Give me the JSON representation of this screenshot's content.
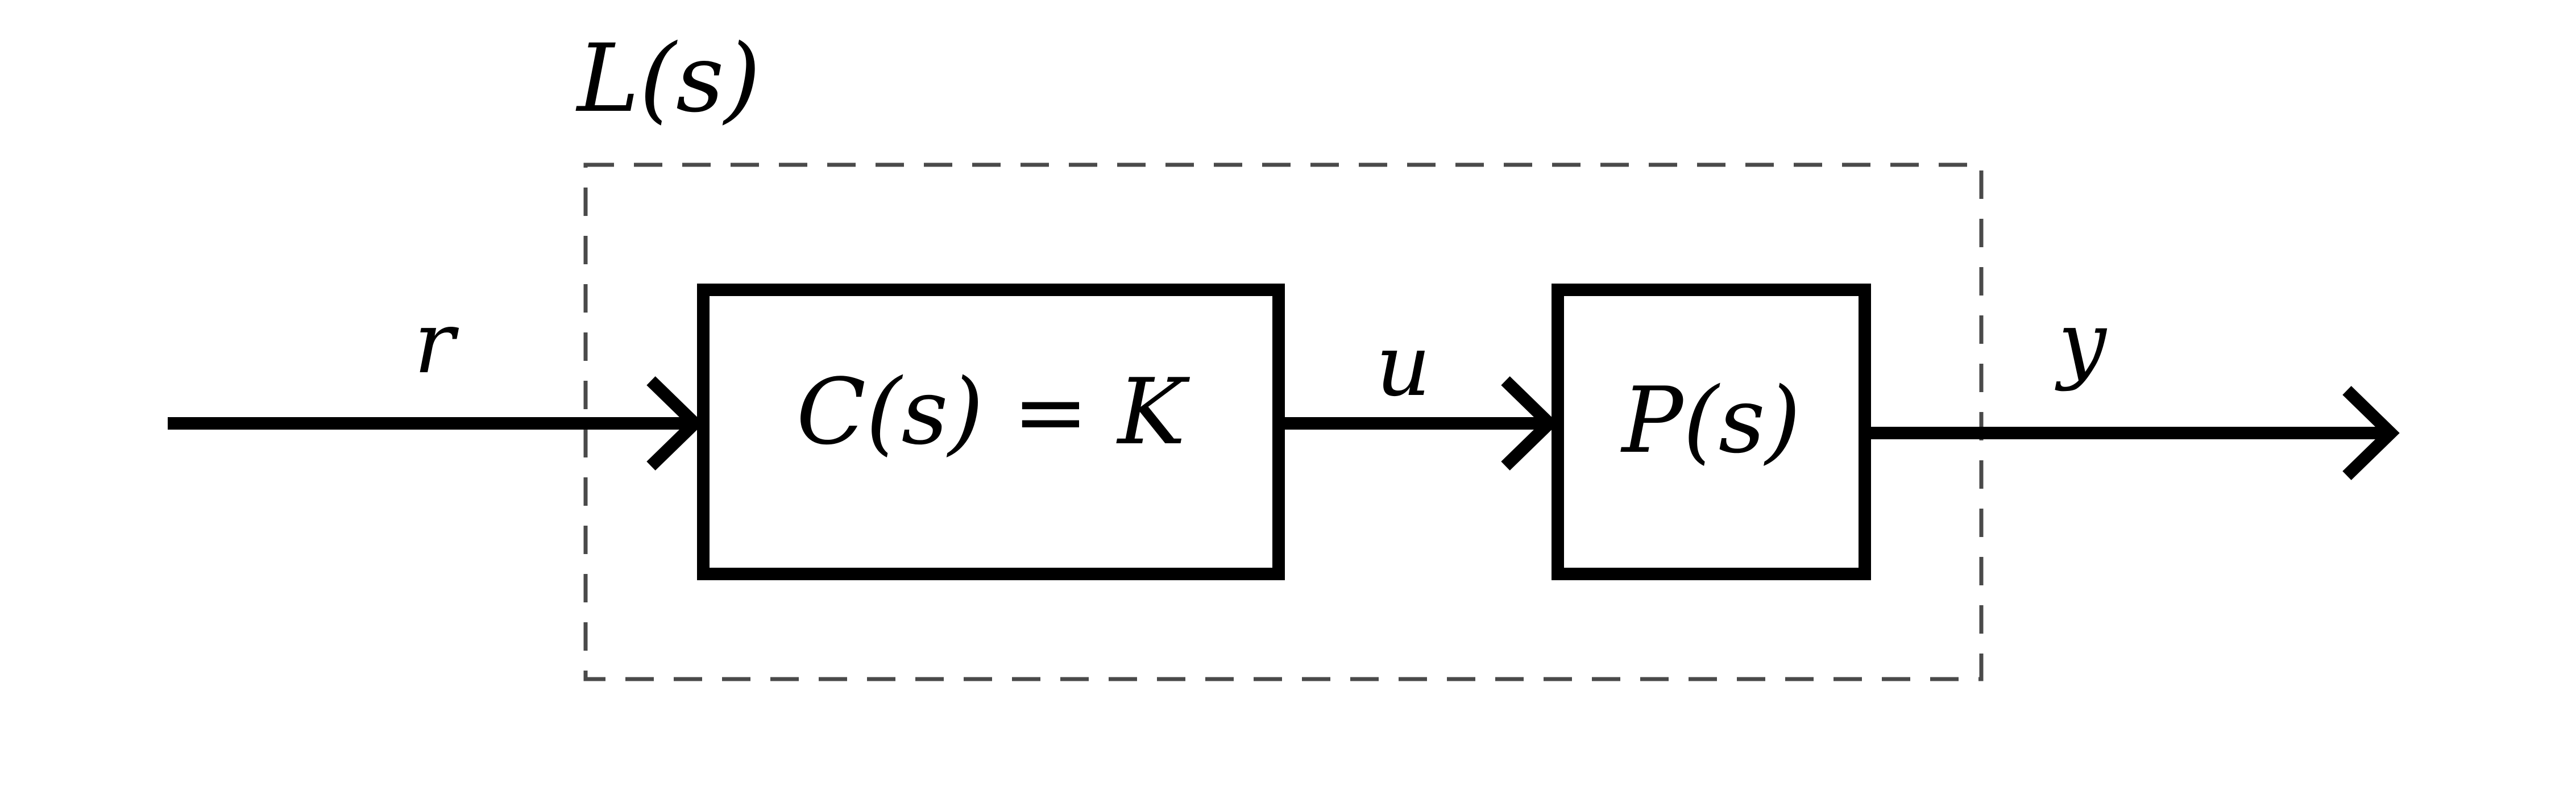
{
  "diagram": {
    "group_label": "L(s)",
    "blocks": {
      "controller": "C(s) = K",
      "plant": "P(s)"
    },
    "signals": {
      "input": "r",
      "control": "u",
      "output": "y"
    }
  },
  "colors": {
    "stroke": "#000000",
    "dashed_boundary": "#4a4a4a",
    "background": "#ffffff"
  }
}
